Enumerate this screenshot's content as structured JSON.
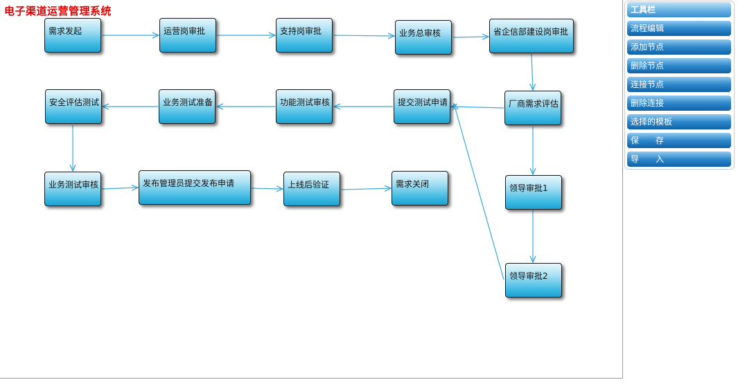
{
  "app_title": "电子渠道运营管理系统",
  "toolbar": {
    "header": "工具栏",
    "items": [
      "流程编辑",
      "添加节点",
      "删除节点",
      "连接节点",
      "删除连接",
      "选择的模板",
      "保　　存",
      "导　　入"
    ]
  },
  "diagram": {
    "nodes": [
      {
        "id": "n1",
        "label": "需求发起"
      },
      {
        "id": "n2",
        "label": "运营岗审批"
      },
      {
        "id": "n3",
        "label": "支持岗审批"
      },
      {
        "id": "n4",
        "label": "业务总审核"
      },
      {
        "id": "n5",
        "label": "省企信部建设岗审批"
      },
      {
        "id": "n6",
        "label": "厂商需求评估"
      },
      {
        "id": "n7",
        "label": "提交测试申请"
      },
      {
        "id": "n8",
        "label": "功能测试审核"
      },
      {
        "id": "n9",
        "label": "业务测试准备"
      },
      {
        "id": "n10",
        "label": "安全评估测试"
      },
      {
        "id": "n11",
        "label": "业务测试审核"
      },
      {
        "id": "n12",
        "label": "发布管理员提交发布申请"
      },
      {
        "id": "n13",
        "label": "上线后验证"
      },
      {
        "id": "n14",
        "label": "需求关闭"
      },
      {
        "id": "n15",
        "label": "领导审批1"
      },
      {
        "id": "n16",
        "label": "领导审批2"
      }
    ],
    "edges": [
      {
        "from": "n1",
        "to": "n2"
      },
      {
        "from": "n2",
        "to": "n3"
      },
      {
        "from": "n3",
        "to": "n4"
      },
      {
        "from": "n4",
        "to": "n5"
      },
      {
        "from": "n5",
        "to": "n6"
      },
      {
        "from": "n6",
        "to": "n7"
      },
      {
        "from": "n7",
        "to": "n8"
      },
      {
        "from": "n8",
        "to": "n9"
      },
      {
        "from": "n9",
        "to": "n10"
      },
      {
        "from": "n10",
        "to": "n11"
      },
      {
        "from": "n11",
        "to": "n12"
      },
      {
        "from": "n12",
        "to": "n13"
      },
      {
        "from": "n13",
        "to": "n14"
      },
      {
        "from": "n6",
        "to": "n15"
      },
      {
        "from": "n15",
        "to": "n16"
      },
      {
        "from": "n16",
        "to": "n7"
      }
    ]
  },
  "colors": {
    "title": "#e00000",
    "edge": "#3aa8d8",
    "node_border": "#1a1a1a"
  }
}
